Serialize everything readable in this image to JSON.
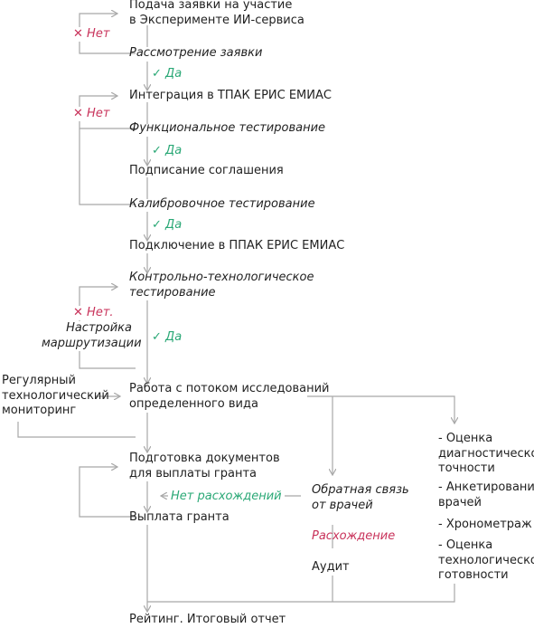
{
  "steps": {
    "submit_l1": "Подача заявки на участие",
    "submit_l2": "в Эксперименте ИИ-сервиса",
    "review": "Рассмотрение заявки",
    "integration": "Интеграция в ТПАК ЕРИС ЕМИАС",
    "functional_test": "Функциональное тестирование",
    "signing": "Подписание соглашения",
    "calibration": "Калибровочное тестирование",
    "connection": "Подключение в ППАК ЕРИС ЕМИАС",
    "control_l1": "Контрольно-технологическое",
    "control_l2": "тестирование",
    "work_l1": "Работа с потоком исследований",
    "work_l2": "определенного вида",
    "docs_l1": "Подготовка документов",
    "docs_l2": "для выплаты гранта",
    "payment": "Выплата гранта",
    "rating": "Рейтинг. Итоговый отчет",
    "feedback_l1": "Обратная связь",
    "feedback_l2": "от врачей",
    "audit": "Аудит"
  },
  "labels": {
    "yes": "Да",
    "no": "Нет",
    "no_dot": "Нет.",
    "routing_l1": "Настройка",
    "routing_l2": "маршрутизации",
    "monitoring_l1": "Регулярный",
    "monitoring_l2": "технологический",
    "monitoring_l3": "мониторинг",
    "no_discrepancy": "Нет расхождений",
    "discrepancy": "Расхождение"
  },
  "metrics": {
    "m1_l1": "- Оценка",
    "m1_l2": "диагностической",
    "m1_l3": "точности",
    "m2_l1": "- Анкетирование",
    "m2_l2": "врачей",
    "m3": "- Хронометраж",
    "m4_l1": "- Оценка",
    "m4_l2": "технологической",
    "m4_l3": "готовности"
  },
  "icons": {
    "check": "checkmark-icon",
    "cross": "cross-icon"
  },
  "colors": {
    "line": "#a8a8a8",
    "yes": "#2aa876",
    "no": "#c8325a"
  }
}
